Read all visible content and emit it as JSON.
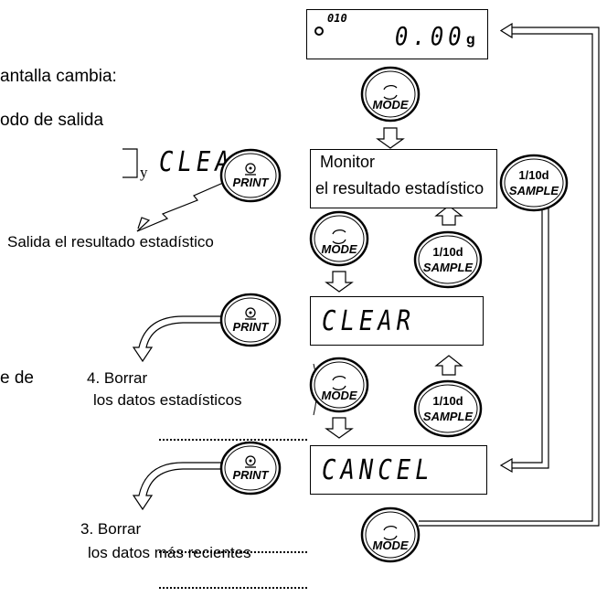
{
  "left_text": {
    "line1": "antalla cambia:",
    "line2": "odo de salida",
    "line3_y": "y",
    "line3_seg": "CLEA",
    "line4": "e de"
  },
  "displays": {
    "weight": {
      "small": "010",
      "value": "0.00",
      "unit": "g"
    },
    "monitor": {
      "line1": "Monitor",
      "line2": "el resultado estadístico"
    },
    "clear": "CLEAR",
    "cancel": "CANCEL"
  },
  "buttons": {
    "mode": "MODE",
    "print": "PRINT",
    "sample_top": "1/10d",
    "sample_bottom": "SAMPLE"
  },
  "labels": {
    "salida": "Salida el resultado estadístico",
    "borrar4_line1": "4. Borrar",
    "borrar4_line2": "los datos estadísticos",
    "borrar3_line1": "3. Borrar",
    "borrar3_line2": "los datos más recientes"
  }
}
